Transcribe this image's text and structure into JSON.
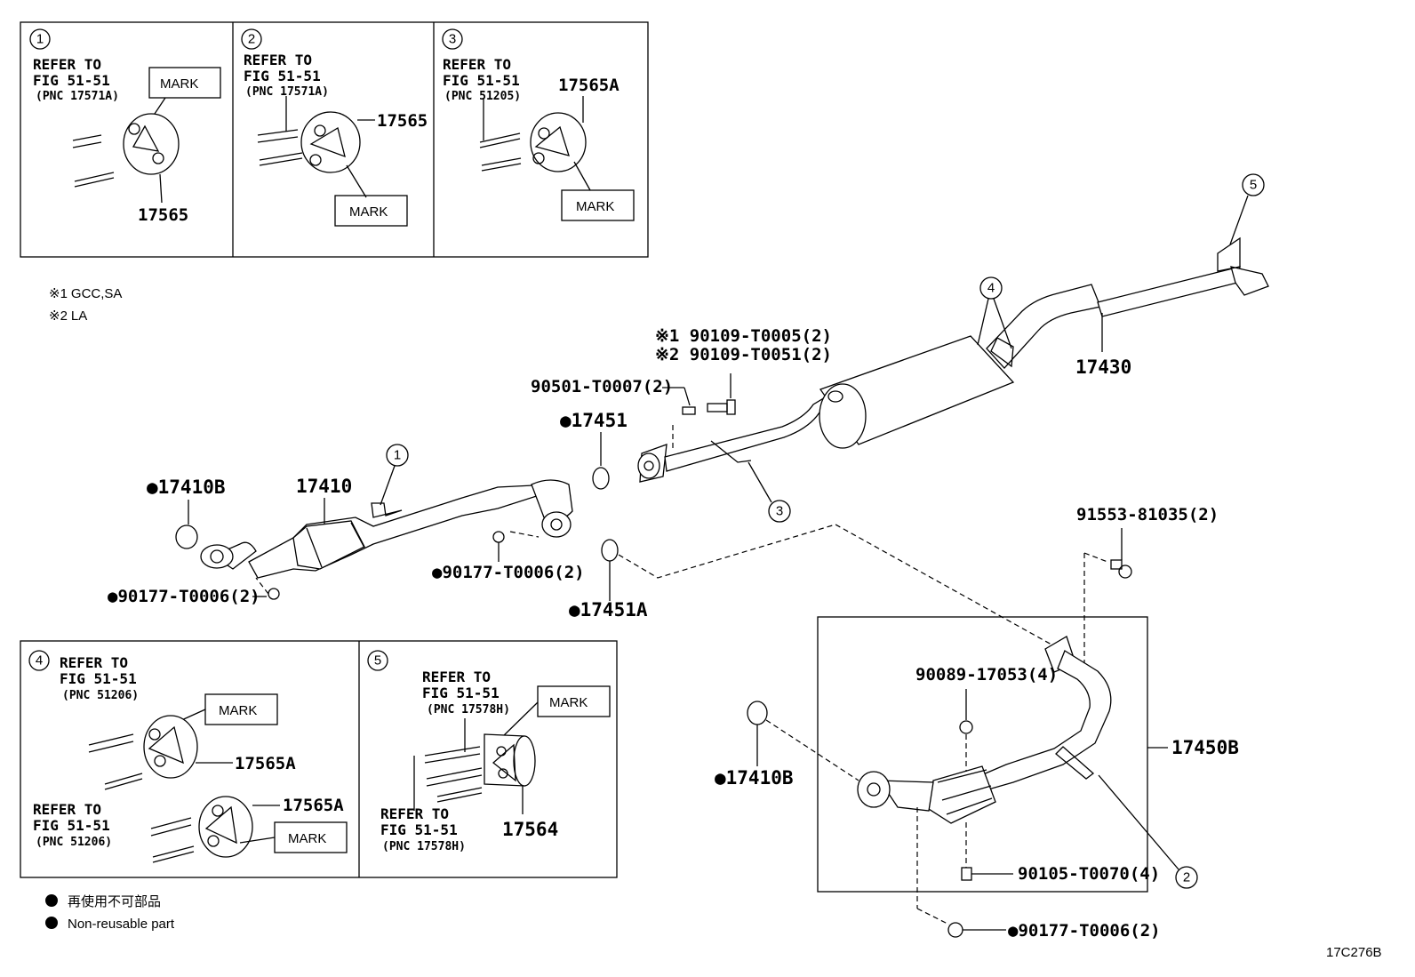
{
  "diagram_id": "17C276B",
  "notes": [
    {
      "symbol": "※1",
      "text": "GCC,SA"
    },
    {
      "symbol": "※2",
      "text": "LA"
    }
  ],
  "legend": [
    {
      "label_ja": "再使用不可部品"
    },
    {
      "label_en": "Non-reusable part"
    }
  ],
  "insets": {
    "inset1": {
      "num": "1",
      "ref1": "REFER TO",
      "ref2": "FIG 51-51",
      "ref3": "(PNC 17571A)",
      "mark": "MARK",
      "part": "17565"
    },
    "inset2": {
      "num": "2",
      "ref1": "REFER TO",
      "ref2": "FIG 51-51",
      "ref3": "(PNC 17571A)",
      "mark": "MARK",
      "part": "17565"
    },
    "inset3": {
      "num": "3",
      "ref1": "REFER TO",
      "ref2": "FIG 51-51",
      "ref3": "(PNC 51205)",
      "mark": "MARK",
      "part": "17565A"
    },
    "inset4": {
      "num": "4",
      "ref1": "REFER TO",
      "ref2": "FIG 51-51",
      "ref3": "(PNC 51206)",
      "mark": "MARK",
      "part": "17565A",
      "ref1b": "REFER TO",
      "ref2b": "FIG 51-51",
      "ref3b": "(PNC 51206)",
      "markb": "MARK",
      "partb": "17565A"
    },
    "inset5": {
      "num": "5",
      "ref1": "REFER TO",
      "ref2": "FIG 51-51",
      "ref3": "(PNC 17578H)",
      "mark": "MARK",
      "part": "17564",
      "ref1b": "REFER TO",
      "ref2b": "FIG 51-51",
      "ref3b": "(PNC 17578H)"
    }
  },
  "parts": {
    "p17410B_a": "●17410B",
    "p17410": "17410",
    "p90177_a": "●90177-T0006(2)",
    "p90177_b": "●90177-T0006(2)",
    "p90177_c": "●90177-T0006(2)",
    "p17451": "●17451",
    "p17451A": "●17451A",
    "p90501": "90501-T0007(2)",
    "p90109_1": "※1 90109-T0005(2)",
    "p90109_2": "※2 90109-T0051(2)",
    "p17430": "17430",
    "p91553": "91553-81035(2)",
    "p90089": "90089-17053(4)",
    "p17450B": "17450B",
    "p17410B_b": "●17410B",
    "p90105": "90105-T0070(4)"
  },
  "callouts": [
    "1",
    "2",
    "3",
    "4",
    "5"
  ]
}
